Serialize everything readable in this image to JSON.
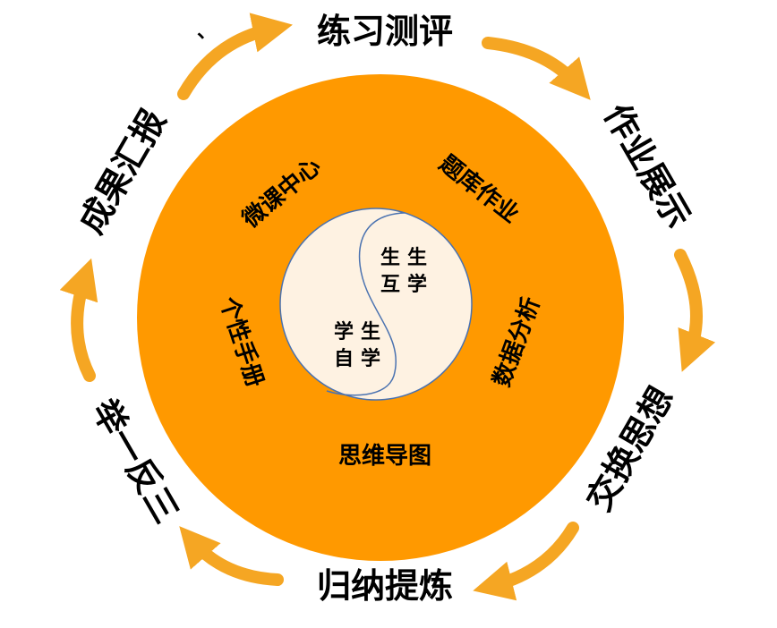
{
  "colors": {
    "orange": "#FF9900",
    "arrow": "#F5A623",
    "core_fill": "#FEF2E2",
    "core_stroke": "#4A72B0"
  },
  "outer_cycle": [
    "练习测评",
    "作业展示",
    "交换思想",
    "归纳提炼",
    "举一反三",
    "成果汇报"
  ],
  "inner_ring": [
    "微课中心",
    "题库作业",
    "数据分析",
    "思维导图",
    "个性手册"
  ],
  "core": {
    "upper": [
      "生生",
      "互学"
    ],
    "lower": [
      "学生",
      "自学"
    ]
  },
  "stray_mark": "、"
}
